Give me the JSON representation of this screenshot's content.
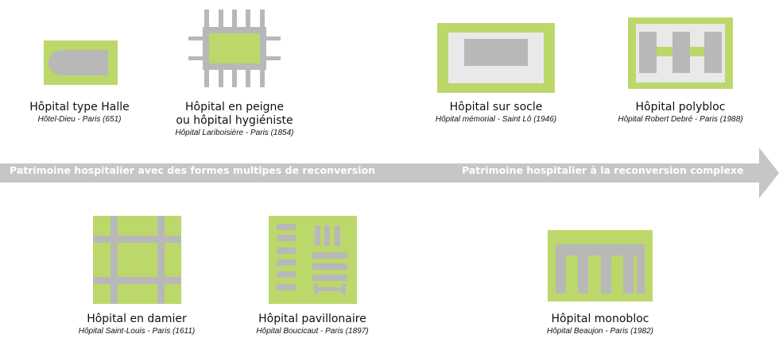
{
  "colors": {
    "green": "#bcd86a",
    "gray": "#b8b8b8",
    "light": "#e9e9e9",
    "arrow": "#c6c6c6",
    "text": "#111111"
  },
  "arrow": {
    "left_label": "Patrimoine hospitalier avec des formes multipes de reconversion",
    "right_label": "Patrimoine hospitalier à la reconversion complexe"
  },
  "types": {
    "halle": {
      "title": "Hôpital type Halle",
      "subtitle": "Hôtel-Dieu - Paris (651)",
      "icon": "halle-plan-icon"
    },
    "peigne": {
      "title_line1": "Hôpital en peigne",
      "title_line2": "ou hôpital hygiéniste",
      "subtitle": "Hôpital Lariboisière - Paris (1854)",
      "icon": "peigne-plan-icon"
    },
    "socle": {
      "title": "Hôpital sur socle",
      "subtitle": "Hôpital mémorial - Saint Lô (1946)",
      "icon": "socle-plan-icon"
    },
    "polybloc": {
      "title": "Hôpital polybloc",
      "subtitle": "Hôpital Robert Debré - Paris (1988)",
      "icon": "polybloc-plan-icon"
    },
    "damier": {
      "title": "Hôpital en damier",
      "subtitle": "Hôpital Saint-Louis  - Paris (1611)",
      "icon": "damier-plan-icon"
    },
    "pavillonaire": {
      "title": "Hôpital pavillonaire",
      "subtitle": "Hôpital Boucicaut - Paris (1897)",
      "icon": "pavillonaire-plan-icon"
    },
    "monobloc": {
      "title": "Hôpital monobloc",
      "subtitle": "Hôpital Beaujon - Paris (1982)",
      "icon": "monobloc-plan-icon"
    }
  }
}
